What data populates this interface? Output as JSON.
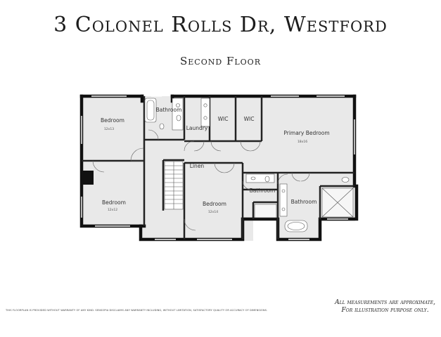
{
  "header": {
    "title": "3 Colonel Rolls Dr, Westford",
    "subtitle": "Second Floor"
  },
  "rooms": [
    {
      "key": "bedroom_nw",
      "label": "Bedroom",
      "dim": "12x13"
    },
    {
      "key": "bath_top",
      "label": "Bathroom",
      "dim": ""
    },
    {
      "key": "laundry",
      "label": "Laundry",
      "dim": ""
    },
    {
      "key": "wic1",
      "label": "WIC",
      "dim": ""
    },
    {
      "key": "wic2",
      "label": "WIC",
      "dim": ""
    },
    {
      "key": "primary",
      "label": "Primary Bedroom",
      "dim": "18x16"
    },
    {
      "key": "bedroom_sw",
      "label": "Bedroom",
      "dim": "12x12"
    },
    {
      "key": "linen",
      "label": "Linen",
      "dim": ""
    },
    {
      "key": "bedroom_center",
      "label": "Bedroom",
      "dim": "12x14"
    },
    {
      "key": "bath_small",
      "label": "Bathroom",
      "dim": ""
    },
    {
      "key": "bath_primary",
      "label": "Bathroom",
      "dim": ""
    }
  ],
  "footer": {
    "disclaimer": "THIS FLOORPLAN IS PROVIDED WITHOUT WARRANTY OF ANY KIND. SENSOPIA DISCLAIMS ANY WARRANTY INCLUDING, WITHOUT LIMITATION, SATISFACTORY QUALITY OR ACCURACY OF DIMENSIONS.",
    "note_line1": "All measurements are approximate,",
    "note_line2": "For illustration purpose only."
  }
}
